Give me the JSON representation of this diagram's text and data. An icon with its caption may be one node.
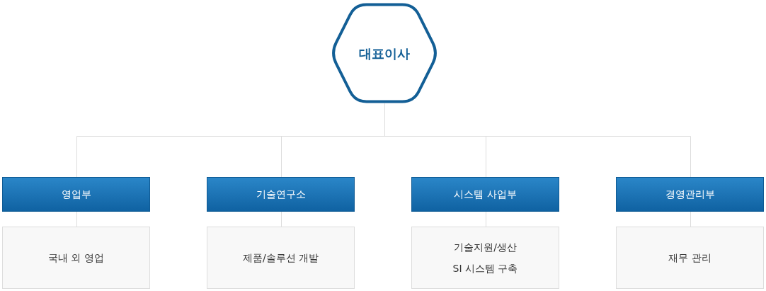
{
  "diagram": {
    "nodes": [
      {
        "text": [
          "대표이사"
        ]
      },
      {
        "text": [
          "영업부"
        ]
      },
      {
        "text": [
          "기술연구소"
        ]
      },
      {
        "text": [
          "시스템 사업부"
        ]
      },
      {
        "text": [
          "경영관리부"
        ]
      },
      {
        "text": [
          "국내 외 영업"
        ]
      },
      {
        "text": [
          "제품/솔루션 개발"
        ]
      },
      {
        "text": [
          "기술지원/생산",
          "SI 시스템 구축"
        ]
      },
      {
        "text": [
          "재무 관리"
        ]
      }
    ],
    "edges": [
      {
        "from": 0,
        "to": 1,
        "arrow": "none"
      },
      {
        "from": 0,
        "to": 2,
        "arrow": "none"
      },
      {
        "from": 0,
        "to": 3,
        "arrow": "none"
      },
      {
        "from": 0,
        "to": 4,
        "arrow": "none"
      },
      {
        "from": 1,
        "to": 5,
        "arrow": "none"
      },
      {
        "from": 2,
        "to": 6,
        "arrow": "none"
      },
      {
        "from": 3,
        "to": 7,
        "arrow": "none"
      },
      {
        "from": 4,
        "to": 8,
        "arrow": "none"
      }
    ]
  }
}
